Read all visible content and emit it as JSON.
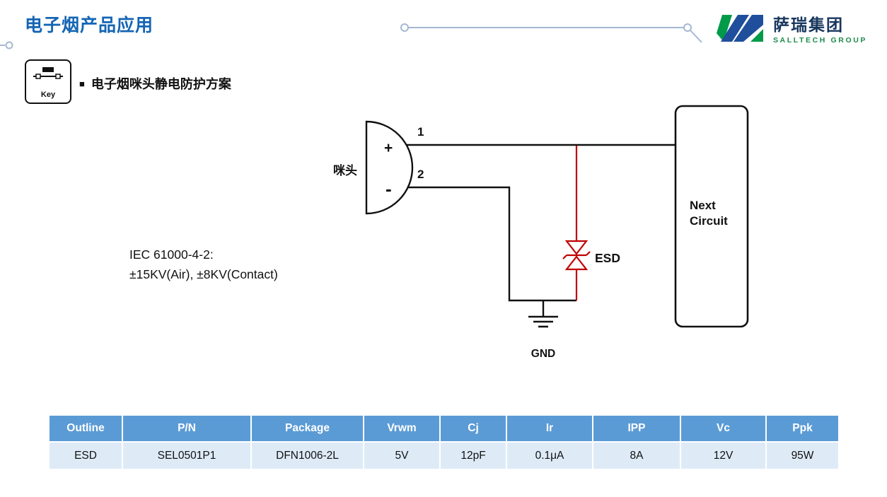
{
  "header": {
    "title": "电子烟产品应用",
    "logo": {
      "name": "萨瑞集团",
      "subtitle": "SALLTECH GROUP"
    }
  },
  "section": {
    "bullet": "■",
    "heading": "电子烟咪头静电防护方案",
    "key_label": "Key"
  },
  "diagram": {
    "mic_label": "咪头",
    "pin1_label": "1",
    "pin2_label": "2",
    "plus": "+",
    "minus": "-",
    "esd_label": "ESD",
    "gnd_label": "GND",
    "next_circuit_line1": "Next",
    "next_circuit_line2": "Circuit",
    "iec_line1": "IEC 61000-4-2:",
    "iec_line2": "±15KV(Air), ±8KV(Contact)"
  },
  "table": {
    "headers": [
      "Outline",
      "P/N",
      "Package",
      "Vrwm",
      "Cj",
      "Ir",
      "IPP",
      "Vc",
      "Ppk"
    ],
    "rows": [
      [
        "ESD",
        "SEL0501P1",
        "DFN1006-2L",
        "5V",
        "12pF",
        "0.1μA",
        "8A",
        "12V",
        "95W"
      ]
    ]
  },
  "colors": {
    "title_blue": "#1565b4",
    "table_header_bg": "#5b9bd5",
    "table_row_bg": "#deebf7",
    "esd_red": "#c00000",
    "logo_green": "#009a49",
    "logo_blue": "#1f4e9c",
    "decor_trace": "#a4b8d1"
  }
}
